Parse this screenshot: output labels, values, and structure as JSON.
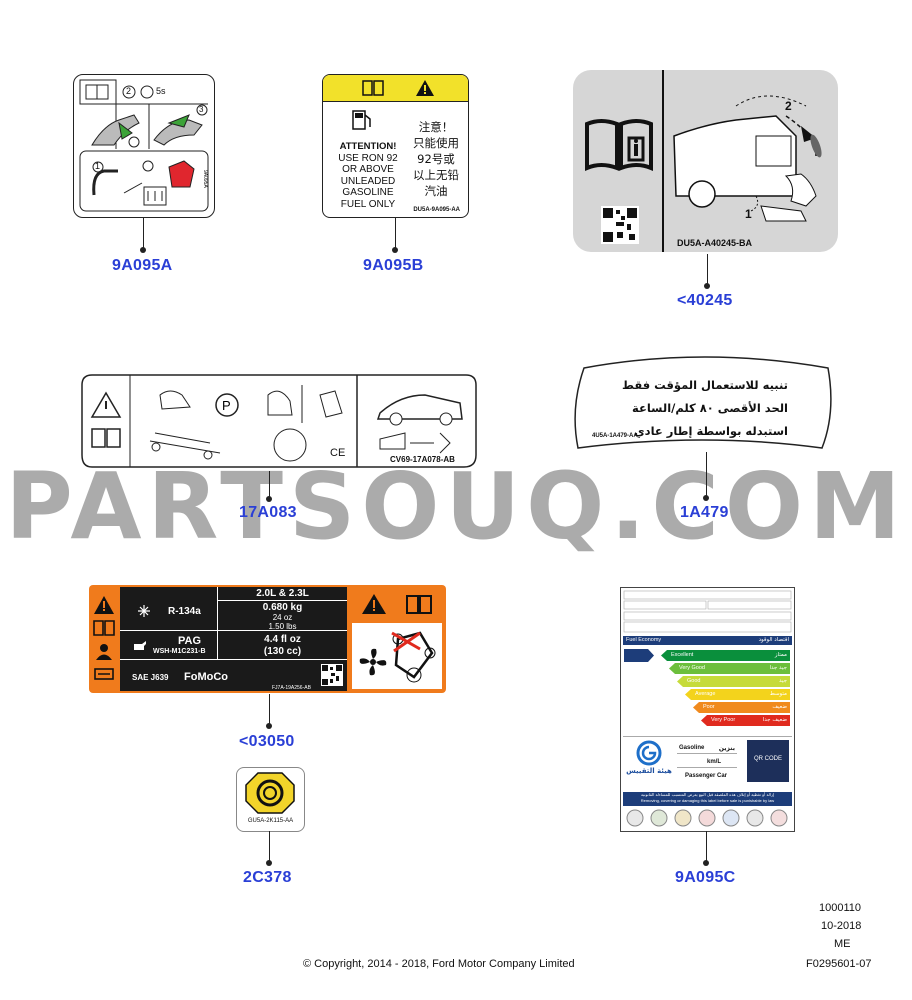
{
  "watermark": "PARTSOUQ.COM",
  "parts": [
    {
      "id": "9A095A"
    },
    {
      "id": "9A095B"
    },
    {
      "id": "<40245"
    },
    {
      "id": "17A083"
    },
    {
      "id": "1A479"
    },
    {
      "id": "<03050"
    },
    {
      "id": "2C378"
    },
    {
      "id": "9A095C"
    }
  ],
  "label_9a095a": {
    "timer": "5s",
    "steps": [
      "1",
      "2",
      "3"
    ],
    "side_code": "9A095A"
  },
  "label_9a095b": {
    "english_lines": [
      "ATTENTION!",
      "USE RON 92",
      "OR ABOVE",
      "UNLEADED",
      "GASOLINE",
      "FUEL ONLY"
    ],
    "chinese_lines": [
      "注意！",
      "只能使用",
      "92号或",
      "以上无铅",
      "汽油"
    ],
    "code": "DU5A-9A095-AA",
    "warning_color": "#f2e12a"
  },
  "label_40245": {
    "code": "DU5A-A40245-BA",
    "steps": [
      "1",
      "2"
    ]
  },
  "label_17a083": {
    "code": "CV69-17A078-AB",
    "ce": "CE"
  },
  "label_1a479": {
    "arabic_lines": [
      "تنبيه للاستعمال المؤقت فقط",
      "الحد الأقصى ٨٠ كلم/الساعة",
      "استبدله بواسطة إطار عادي"
    ],
    "code": "4U5A-1A479-AA"
  },
  "label_03050": {
    "engine": "2.0L & 2.3L",
    "refrigerant": "R-134a",
    "weights": [
      "0.680 kg",
      "24 oz",
      "1.50 lbs"
    ],
    "oil": "PAG",
    "oil_spec": "WSH-M1C231-B",
    "oil_qty": [
      "4.4 fl oz",
      "(130 cc)"
    ],
    "standard": "SAE J639",
    "brand": "FoMoCo",
    "code": "FJ7A-19A256-AB",
    "orange": "#f07b1c"
  },
  "label_2c378": {
    "code": "GU5A-2K115-AA",
    "hex_color": "#f2d42a"
  },
  "label_9a095c": {
    "fuel_economy": "Fuel Economy",
    "fuel_economy_ar": "اقتصاد الوقود",
    "grades": [
      {
        "en": "Excellent",
        "ar": "ممتاز",
        "color": "#0a8f3c"
      },
      {
        "en": "Very Good",
        "ar": "جيد جدا",
        "color": "#6cbf3c"
      },
      {
        "en": "Good",
        "ar": "جيد",
        "color": "#c6db3a"
      },
      {
        "en": "Average",
        "ar": "متوسط",
        "color": "#f3d31c"
      },
      {
        "en": "Poor",
        "ar": "ضعيف",
        "color": "#f08a1e"
      },
      {
        "en": "Very Poor",
        "ar": "ضعيف جدا",
        "color": "#e02a1e"
      }
    ],
    "fuel_type_value": "Gasoline",
    "fuel_type_ar": "بنزين",
    "economy_unit": "km/L",
    "vehicle_class": "Passenger Car",
    "authority_ar": "هيئة التقييس",
    "qr": "QR CODE",
    "warning_ar": "إزالة أو تغطية أو إتلاف هذه الملصقة قبل البيع يعرض المتسبب للمساءلة القانونية",
    "warning_en": "Removing, covering or damaging this label before sale is punishable by law"
  },
  "footer": {
    "copyright": "© Copyright, 2014 - 2018, Ford Motor Company Limited",
    "ref1": "1000110",
    "ref2": "10-2018",
    "ref3": "ME",
    "ref4": "F0295601-07"
  }
}
